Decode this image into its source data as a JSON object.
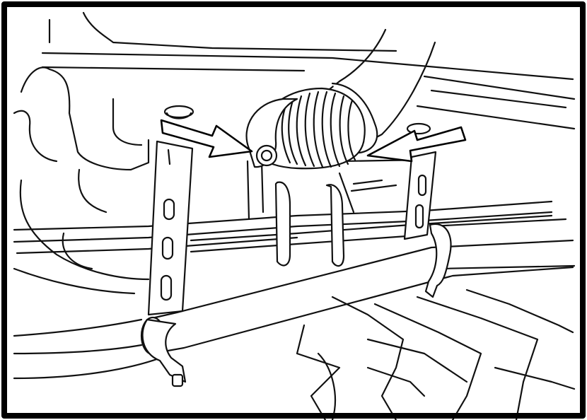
{
  "figure": {
    "colors": {
      "frame": "#000000",
      "line": "#111111",
      "fill": "#ffffff",
      "arrow_fill": "#ffffff"
    },
    "callouts": [
      {
        "name": "left-arrow",
        "points_to": "bolt"
      },
      {
        "name": "right-arrow",
        "points_to": "boot-end"
      }
    ]
  }
}
